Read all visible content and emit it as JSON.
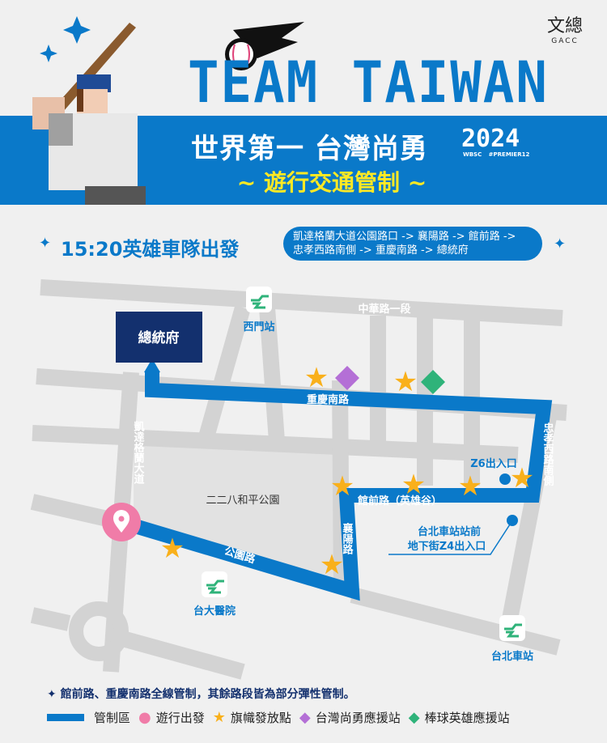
{
  "header": {
    "logo_mark": "文總",
    "logo_text": "GACC",
    "title": "TEAM TAIWAN",
    "subtitle": "世界第一 台灣尚勇",
    "year": "2024",
    "tags": "WBSC #PREMIER12",
    "headline": "~ 遊行交通管制 ~"
  },
  "route": {
    "departure": "15:20英雄車隊出發",
    "path_line1": "凱達格蘭大道公園路口 -> 襄陽路 -> 館前路 ->",
    "path_line2": "忠孝西路南側 -> 重慶南路 -> 總統府"
  },
  "map": {
    "destination": "總統府",
    "roads": {
      "zhonghua": "中華路一段",
      "chongqing": "重慶南路",
      "ketagalan": "凱達格蘭大道",
      "zhongxiao": "忠孝西路南側",
      "guanqian": "館前路（英雄谷）",
      "xiangyang": "襄陽路",
      "gongyuan": "公園路"
    },
    "park": "二二八和平公園",
    "stations": [
      "西門站",
      "台大醫院",
      "台北車站"
    ],
    "exits": {
      "z6": "Z6出入口",
      "z4_line1": "台北車站站前",
      "z4_line2": "地下街Z4出入口"
    }
  },
  "footer": {
    "note": "館前路、重慶南路全線管制，其餘路段皆為部分彈性管制。",
    "legend": [
      "管制區",
      "遊行出發",
      "旗幟發放點",
      "台灣尚勇應援站",
      "棒球英雄應援站"
    ]
  },
  "colors": {
    "route": "#0a79c9",
    "navy": "#13306e",
    "pin": "#f07ca8",
    "star": "#f9b01b",
    "purple": "#b46fd6",
    "green": "#2fb37a",
    "yellow": "#ffe924"
  }
}
